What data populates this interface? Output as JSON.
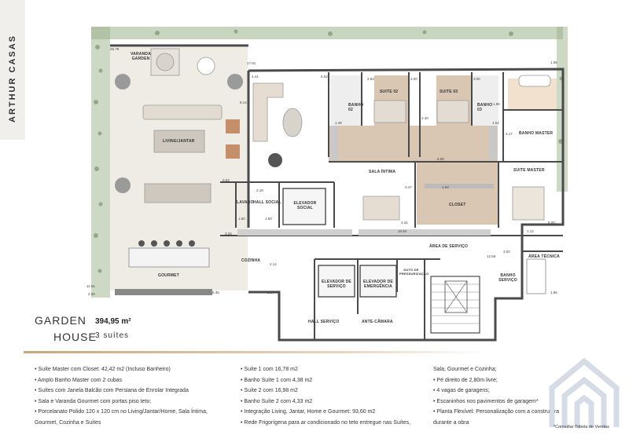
{
  "brand": "ARTHUR CASAS",
  "rooms": {
    "varanda_garden": "VARANDA GARDEN",
    "living_jantar": "LIVING/JANTAR",
    "lavabo": "LAVABO",
    "hall_social": "HALL SOCIAL",
    "elevador_social": "ELEVADOR SOCIAL",
    "banho_02": "BANHO 02",
    "suite_02": "SUITE 02",
    "suite_03": "SUITE 03",
    "banho_03": "BANHO 03",
    "banho_master": "BANHO MASTER",
    "sala_intima": "SALA ÍNTIMA",
    "suite_master": "SUITE MASTER",
    "closet": "CLOSET",
    "area_servico": "ÁREA DE SERVIÇO",
    "area_tecnica": "ÁREA TÉCNICA",
    "banho_servico": "BANHO SERVIÇO",
    "cozinha": "COZINHA",
    "gourmet": "GOURMET",
    "elevador_servico": "ELEVADOR DE SERVIÇO",
    "elevador_emergencia": "ELEVADOR DE EMERGÊNCIA",
    "duto_pressurizacao": "DUTO DE PRESSURIZAÇÃO",
    "hall_servico": "HALL SERVIÇO",
    "ante_camara": "ANTE-CÂMARA"
  },
  "dimensions": {
    "d1": "25.79",
    "d2": "17.81",
    "d3": "1.65",
    "d4": "4.41",
    "d5": "6.52",
    "d6": "8.14",
    "d7": "2.83",
    "d8": "3.00",
    "d9": "3.00",
    "d10": "3.17",
    "d11": "1.48",
    "d12": "1.54",
    "d13": "2.40",
    "d14": "1.85",
    "d15": "6.09",
    "d16": "3.47",
    "d17": "1.64",
    "d18": "0.53",
    "d19": "2.18",
    "d20": "4.31",
    "d21": "6.00",
    "d22": "1.50",
    "d23": "1.50",
    "d24": "3.34",
    "d25": "10.64",
    "d26": "1.12",
    "d27": "12.59",
    "d28": "3.00",
    "d29": "2.14",
    "d30": "6.35",
    "d31": "3.07",
    "d32": "1.95",
    "d33": "11.61",
    "d34": "2.30"
  },
  "title": {
    "line1": "GARDEN",
    "line2": "HOUSE",
    "area": "394,95 m²",
    "suites": "3 suítes"
  },
  "features": {
    "col1": [
      "• Suíte Master com Closet: 42,42 m2 (Incluso Banheiro)",
      "• Amplo Banho Master com 2 cubas",
      "• Suítes com Janela Balcão com Persiana de Enrolar Integrada",
      "• Sala e Varanda Gourmet com portas piso teto;",
      "• Porcelanato Polido 120 x 120 cm no Living/Jantar/Home, Sala Íntima,",
      "Gourmet, Cozinha e Suítes"
    ],
    "col2": [
      "• Suíte 1 com 16,78 m2",
      "• Banho Suíte 1 com 4,38 m2",
      "• Suíte 2 com 16,98 m2",
      "• Banho Suíte 2 com 4,33 m2",
      "• Integração Living, Jantar, Home e Gourmet: 93,60 m2",
      "• Rede Frigorígena para ar condicionado no teto entregue nas Suítes,"
    ],
    "col3": [
      "Sala, Gourmet e Cozinha;",
      "• Pé direito de 2,80m livre;",
      "• 4 vagas de garagens;",
      "• Escaninhos nos pavimentos de garagem*",
      "• Planta Flexível: Personalização com a construtora",
      "durante a obra"
    ]
  },
  "footnote": "*Consultar Tabela de Vendas",
  "colors": {
    "wall": "#4a4a4a",
    "wood_floor": "#d9c7b3",
    "bath_floor": "#f3e1cf",
    "garden": "#7e9a70",
    "accent": "#c9a57c"
  }
}
